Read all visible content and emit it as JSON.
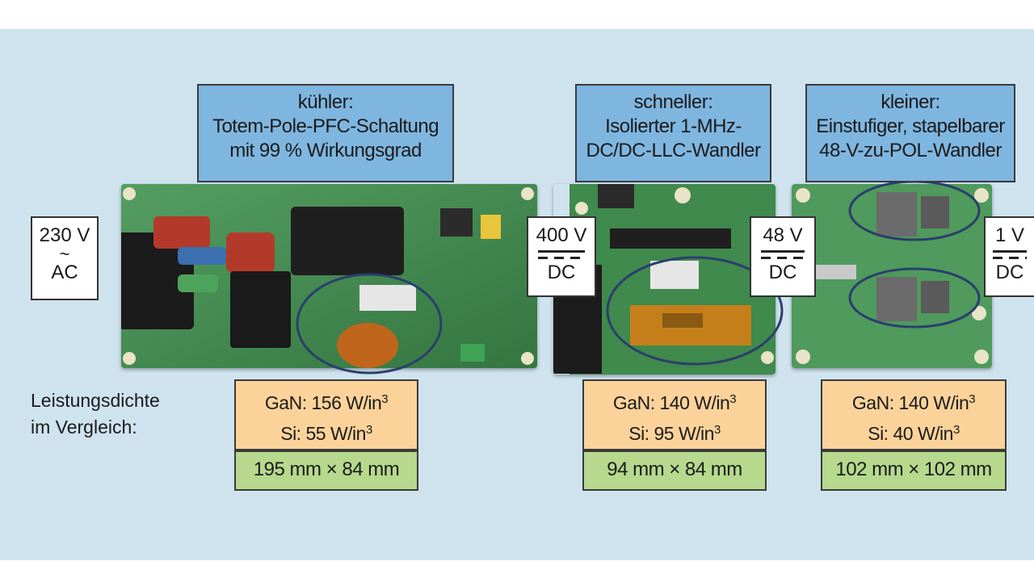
{
  "boards": [
    {
      "title_lines": [
        "kühler:",
        "Totem-Pole-PFC-Schaltung",
        "mit 99 % Wirkungsgrad"
      ],
      "gan": "GaN: 156 W/in",
      "si": "Si: 55 W/in",
      "exp": "3",
      "size": "195 mm × 84 mm"
    },
    {
      "title_lines": [
        "schneller:",
        "Isolierter 1-MHz-",
        "DC/DC-LLC-Wandler"
      ],
      "gan": "GaN: 140 W/in",
      "si": "Si: 95 W/in",
      "exp": "3",
      "size": "94 mm × 84 mm"
    },
    {
      "title_lines": [
        "kleiner:",
        "Einstufiger, stapelbarer",
        "48-V-zu-POL-Wandler"
      ],
      "gan": "GaN: 140 W/in",
      "si": "Si: 40 W/in",
      "exp": "3",
      "size": "102 mm × 102 mm"
    }
  ],
  "voltages": {
    "ac_in": {
      "value": "230 V",
      "symbol": "~",
      "type": "AC"
    },
    "dc1": {
      "value": "400 V",
      "type": "DC"
    },
    "dc2": {
      "value": "48 V",
      "type": "DC"
    },
    "dc3": {
      "value": "1 V",
      "type": "DC"
    }
  },
  "comparison_label": [
    "Leistungsdichte",
    "im Vergleich:"
  ],
  "colors": {
    "background": "#cfe3ef",
    "title_box": "#7fb6e0",
    "density_box": "#fbd39a",
    "size_box": "#b6d98d",
    "pcb_green": "#3f8a4c",
    "highlight_ring": "#2b3f6e"
  }
}
